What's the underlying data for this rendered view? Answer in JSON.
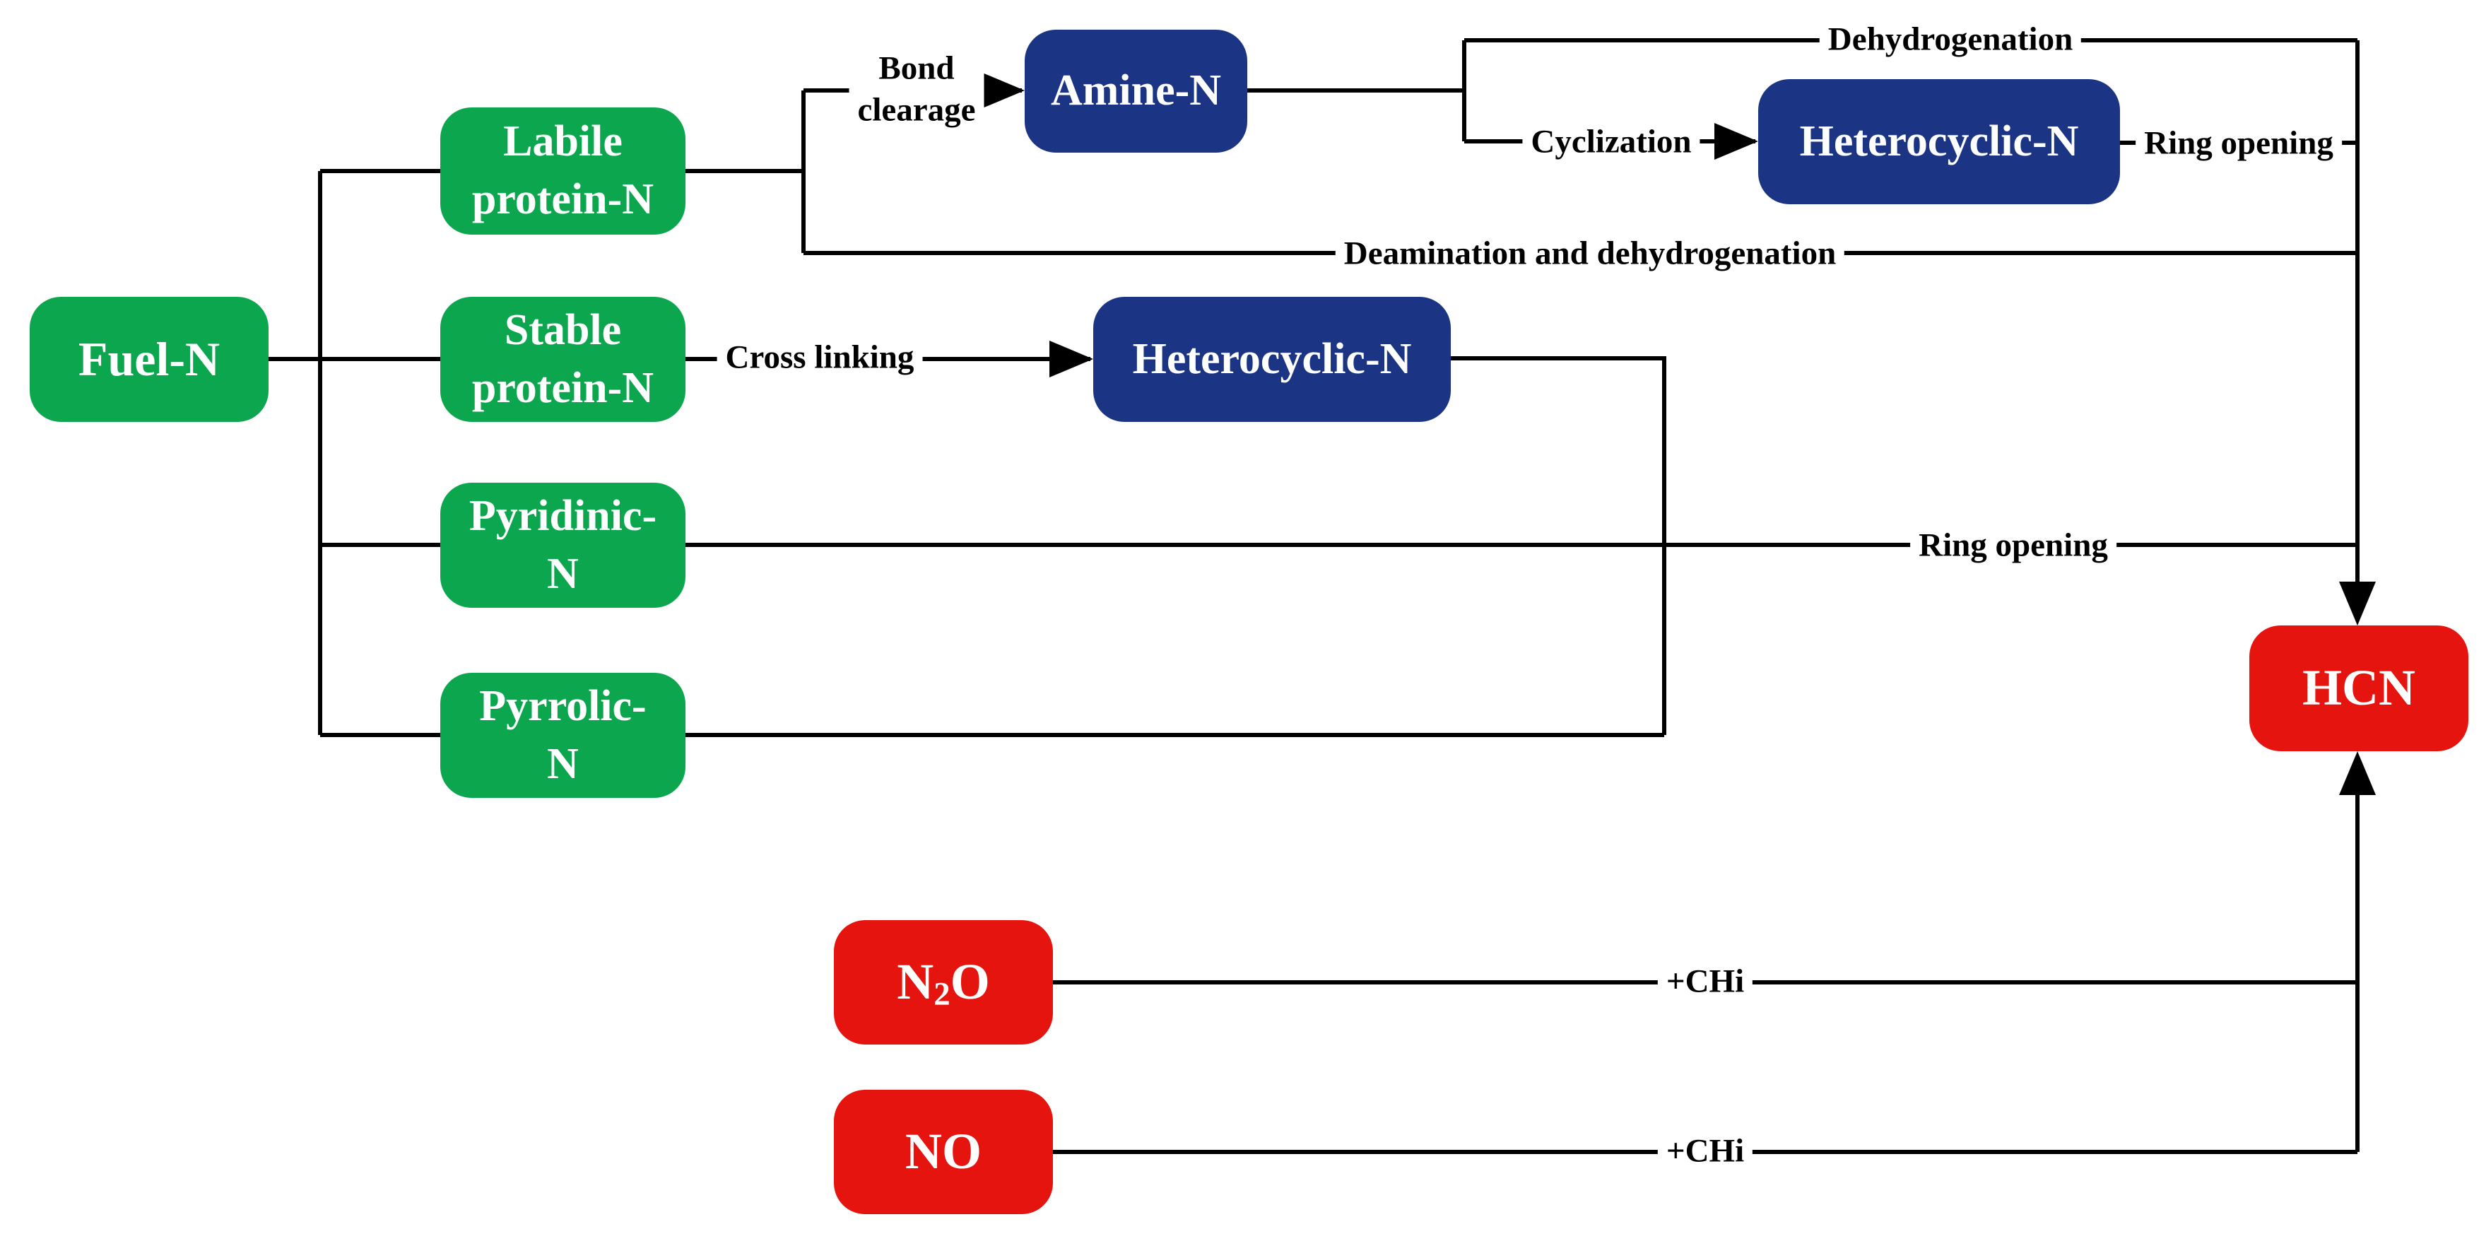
{
  "colors": {
    "green": "#0CA64E",
    "blue": "#1B3484",
    "red": "#E6140F",
    "line": "#000000"
  },
  "nodes": {
    "fuel": {
      "label": "Fuel-N"
    },
    "labile": {
      "line1": "Labile",
      "line2": "protein-N"
    },
    "stable": {
      "line1": "Stable",
      "line2": "protein-N"
    },
    "pyridinic": {
      "line1": "Pyridinic-",
      "line2": "N"
    },
    "pyrrolic": {
      "line1": "Pyrrolic-",
      "line2": "N"
    },
    "amine": {
      "label": "Amine-N"
    },
    "hetero_top": {
      "label": "Heterocyclic-N"
    },
    "hetero_mid": {
      "label": "Heterocyclic-N"
    },
    "hcn": {
      "label": "HCN"
    },
    "n2o": {
      "pre": "N",
      "sub": "2",
      "post": "O"
    },
    "no": {
      "label": "NO"
    }
  },
  "edge_labels": {
    "bond_line1": "Bond",
    "bond_line2": "clearage",
    "dehydrogenation": "Dehydrogenation",
    "cyclization": "Cyclization",
    "ring_opening_top": "Ring opening",
    "deamination": "Deamination and dehydrogenation",
    "cross_linking": "Cross linking",
    "ring_opening_mid": "Ring opening",
    "chi_n2o": "+CHi",
    "chi_no": "+CHi"
  }
}
